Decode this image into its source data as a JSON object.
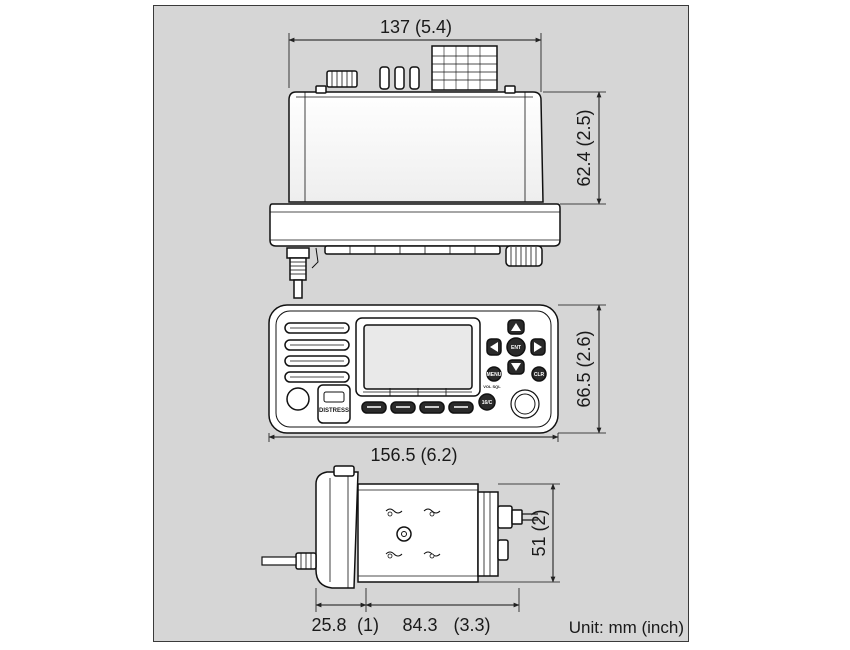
{
  "diagram": {
    "dimensions": {
      "top_width": "137 (5.4)",
      "top_height": "62.4 (2.5)",
      "front_width": "156.5 (6.2)",
      "front_height": "66.5 (2.6)",
      "side_height": "51 (2)",
      "side_front_depth": "25.8",
      "side_front_depth_inch": "(1)",
      "side_rear_depth": "84.3",
      "side_rear_depth_inch": "(3.3)"
    },
    "unit_note": "Unit: mm (inch)",
    "front_panel": {
      "distress_label": "DISTRESS",
      "ent_label": "ENT",
      "menu_label": "MENU",
      "clr_label": "CLR",
      "telc_label": "16/C",
      "vol_label": "VOL SQL"
    }
  }
}
